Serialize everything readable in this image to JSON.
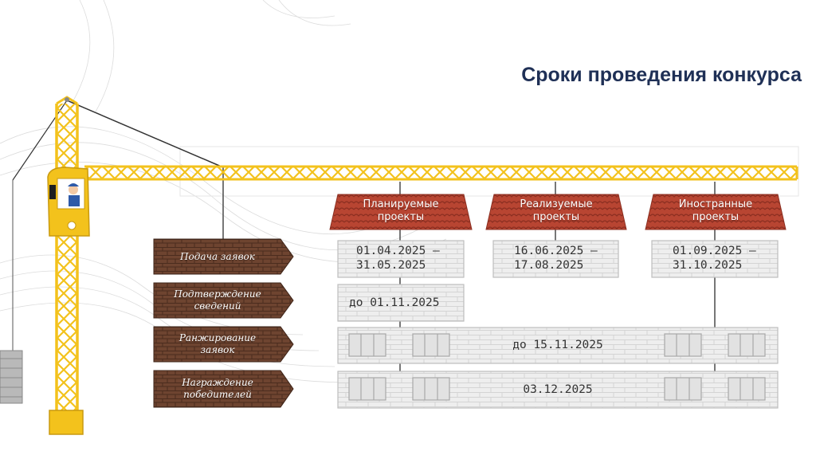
{
  "title": "Сроки проведения конкурса",
  "columns": [
    {
      "line1": "Планируемые",
      "line2": "проекты",
      "dates_line1": "01.04.2025 –",
      "dates_line2": "31.05.2025"
    },
    {
      "line1": "Реализуемые",
      "line2": "проекты",
      "dates_line1": "16.06.2025 –",
      "dates_line2": "17.08.2025"
    },
    {
      "line1": "Иностранные",
      "line2": "проекты",
      "dates_line1": "01.09.2025 –",
      "dates_line2": "31.10.2025"
    }
  ],
  "stages": [
    {
      "line1": "Подача заявок",
      "line2": ""
    },
    {
      "line1": "Подтверждение",
      "line2": "сведений"
    },
    {
      "line1": "Ранжирование",
      "line2": "заявок"
    },
    {
      "line1": "Награждение",
      "line2": "победителей"
    }
  ],
  "confirmation_deadline": "до 01.11.2025",
  "ranking_deadline": "до 15.11.2025",
  "award_date": "03.12.2025",
  "colors": {
    "title": "#1f3056",
    "crane": "#f3c21c",
    "roof": "#b5412e",
    "wood": "#6e4430",
    "brick_box": "#ececec"
  }
}
